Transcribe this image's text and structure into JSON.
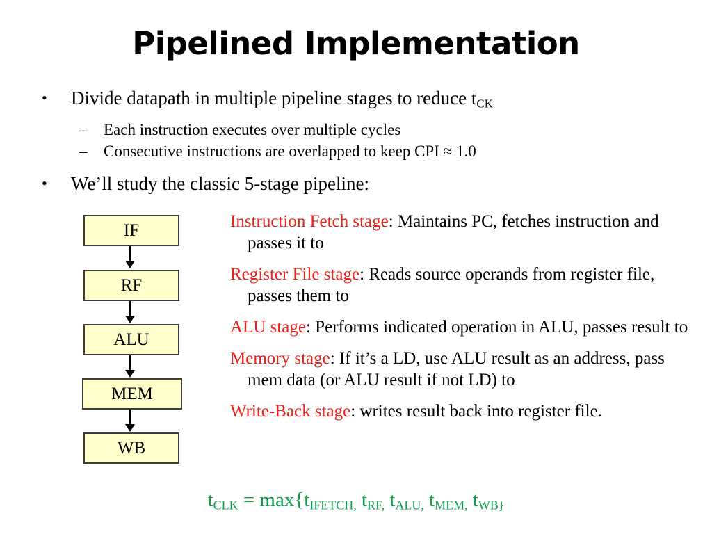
{
  "slide": {
    "title": "Pipelined Implementation",
    "bullets": [
      {
        "marker": "•",
        "level": 1,
        "text_before": "Divide datapath in multiple pipeline stages to reduce t",
        "subscript": "CK",
        "text_after": ""
      },
      {
        "marker": "–",
        "level": 2,
        "text": "Each instruction executes over multiple cycles"
      },
      {
        "marker": "–",
        "level": 2,
        "text": "Consecutive instructions are overlapped to keep CPI ≈ 1.0"
      },
      {
        "marker": "•",
        "level": 1,
        "text": "We’ll study the classic 5-stage pipeline:"
      }
    ],
    "diagram": {
      "boxes": [
        {
          "label": "IF"
        },
        {
          "label": "RF"
        },
        {
          "label": "ALU"
        },
        {
          "label": "MEM"
        },
        {
          "label": "WB"
        }
      ],
      "box_fill": "#ffffcc",
      "box_border": "#3d3d33",
      "arrow_color": "#000000"
    },
    "descriptions": [
      {
        "stage_name": "Instruction Fetch stage",
        "body": ": Maintains PC, fetches instruction and passes it to"
      },
      {
        "stage_name": "Register File stage",
        "body": ": Reads source operands from register file, passes them to"
      },
      {
        "stage_name": "ALU stage",
        "body": ": Performs indicated operation in ALU, passes result to"
      },
      {
        "stage_name": "Memory stage",
        "body": ": If it’s a LD, use ALU result  as an address, pass mem data (or ALU result if not LD) to"
      },
      {
        "stage_name": "Write-Back stage",
        "body": ": writes result back into register file."
      }
    ],
    "formula": {
      "lhs_var": "t",
      "lhs_sub": "CLK",
      "operator": " = max{",
      "terms": [
        {
          "var": "t",
          "sub": "IFETCH,"
        },
        {
          "var": "t",
          "sub": "RF,"
        },
        {
          "var": "t",
          "sub": "ALU,"
        },
        {
          "var": "t",
          "sub": "MEM,"
        },
        {
          "var": "t",
          "sub": "WB}"
        }
      ],
      "color": "#0ba04a"
    },
    "colors": {
      "stage_name_red": "#e8231a",
      "formula_green": "#0ba04a",
      "box_yellow": "#ffffcc"
    }
  }
}
